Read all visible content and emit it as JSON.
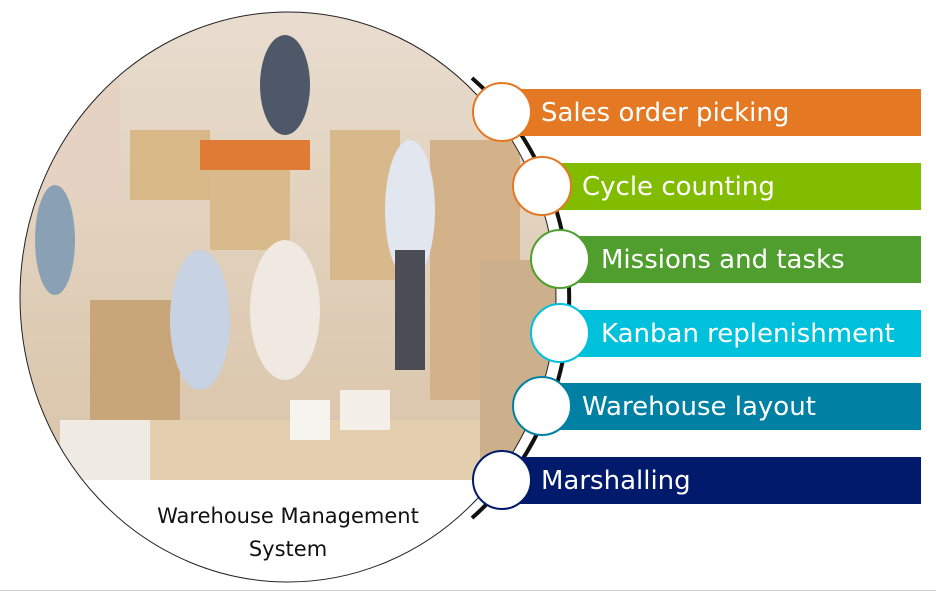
{
  "center": {
    "image": "warehouse-workers-photo",
    "caption_line1": "Warehouse Management",
    "caption_line2": "System"
  },
  "items": [
    {
      "label": "Sales order picking",
      "color": "#E57823",
      "ring": "#E57823"
    },
    {
      "label": "Cycle counting",
      "color": "#82BC00",
      "ring": "#E57823"
    },
    {
      "label": "Missions and tasks",
      "color": "#4F9E2E",
      "ring": "#4F9E2E"
    },
    {
      "label": "Kanban replenishment",
      "color": "#00C1DC",
      "ring": "#00C1DC"
    },
    {
      "label": "Warehouse layout",
      "color": "#0081A3",
      "ring": "#0081A3"
    },
    {
      "label": "Marshalling",
      "color": "#011A6B",
      "ring": "#011A6B"
    }
  ]
}
